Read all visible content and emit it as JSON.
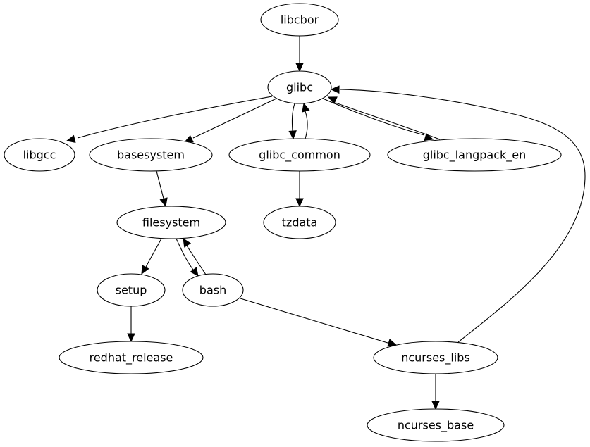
{
  "nodes": [
    {
      "id": "libcbor",
      "label": "libcbor"
    },
    {
      "id": "glibc",
      "label": "glibc"
    },
    {
      "id": "libgcc",
      "label": "libgcc"
    },
    {
      "id": "basesystem",
      "label": "basesystem"
    },
    {
      "id": "glibc_common",
      "label": "glibc_common"
    },
    {
      "id": "glibc_langpack_en",
      "label": "glibc_langpack_en"
    },
    {
      "id": "filesystem",
      "label": "filesystem"
    },
    {
      "id": "tzdata",
      "label": "tzdata"
    },
    {
      "id": "setup",
      "label": "setup"
    },
    {
      "id": "bash",
      "label": "bash"
    },
    {
      "id": "redhat_release",
      "label": "redhat_release"
    },
    {
      "id": "ncurses_libs",
      "label": "ncurses_libs"
    },
    {
      "id": "ncurses_base",
      "label": "ncurses_base"
    }
  ],
  "edges": [
    {
      "from": "libcbor",
      "to": "glibc"
    },
    {
      "from": "glibc",
      "to": "libgcc"
    },
    {
      "from": "glibc",
      "to": "basesystem"
    },
    {
      "from": "glibc",
      "to": "glibc_common"
    },
    {
      "from": "glibc_common",
      "to": "glibc"
    },
    {
      "from": "glibc",
      "to": "glibc_langpack_en"
    },
    {
      "from": "glibc_langpack_en",
      "to": "glibc"
    },
    {
      "from": "basesystem",
      "to": "filesystem"
    },
    {
      "from": "glibc_common",
      "to": "tzdata"
    },
    {
      "from": "filesystem",
      "to": "setup"
    },
    {
      "from": "filesystem",
      "to": "bash"
    },
    {
      "from": "bash",
      "to": "filesystem"
    },
    {
      "from": "setup",
      "to": "redhat_release"
    },
    {
      "from": "bash",
      "to": "ncurses_libs"
    },
    {
      "from": "ncurses_libs",
      "to": "glibc"
    },
    {
      "from": "ncurses_libs",
      "to": "ncurses_base"
    }
  ]
}
